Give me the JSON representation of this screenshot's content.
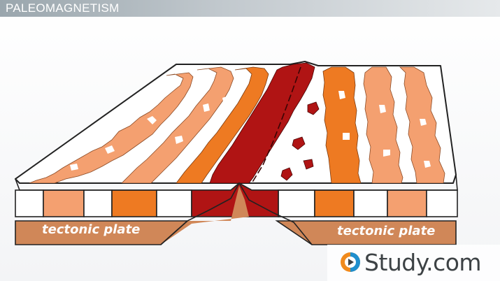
{
  "header": {
    "title": "PALEOMAGNETISM"
  },
  "diagram": {
    "left_plate_label": "tectonic plate",
    "right_plate_label": "tectonic plate"
  },
  "brand": {
    "logo_text": "Study.com"
  },
  "colors": {
    "ridge_red": "#b01414",
    "dark_orange": "#ee7a22",
    "light_orange": "#f4a070",
    "plate_brown": "#d08758",
    "title_bar": "#aab4ba",
    "logo_orange": "#f08a1d",
    "logo_blue": "#1f8fce"
  }
}
